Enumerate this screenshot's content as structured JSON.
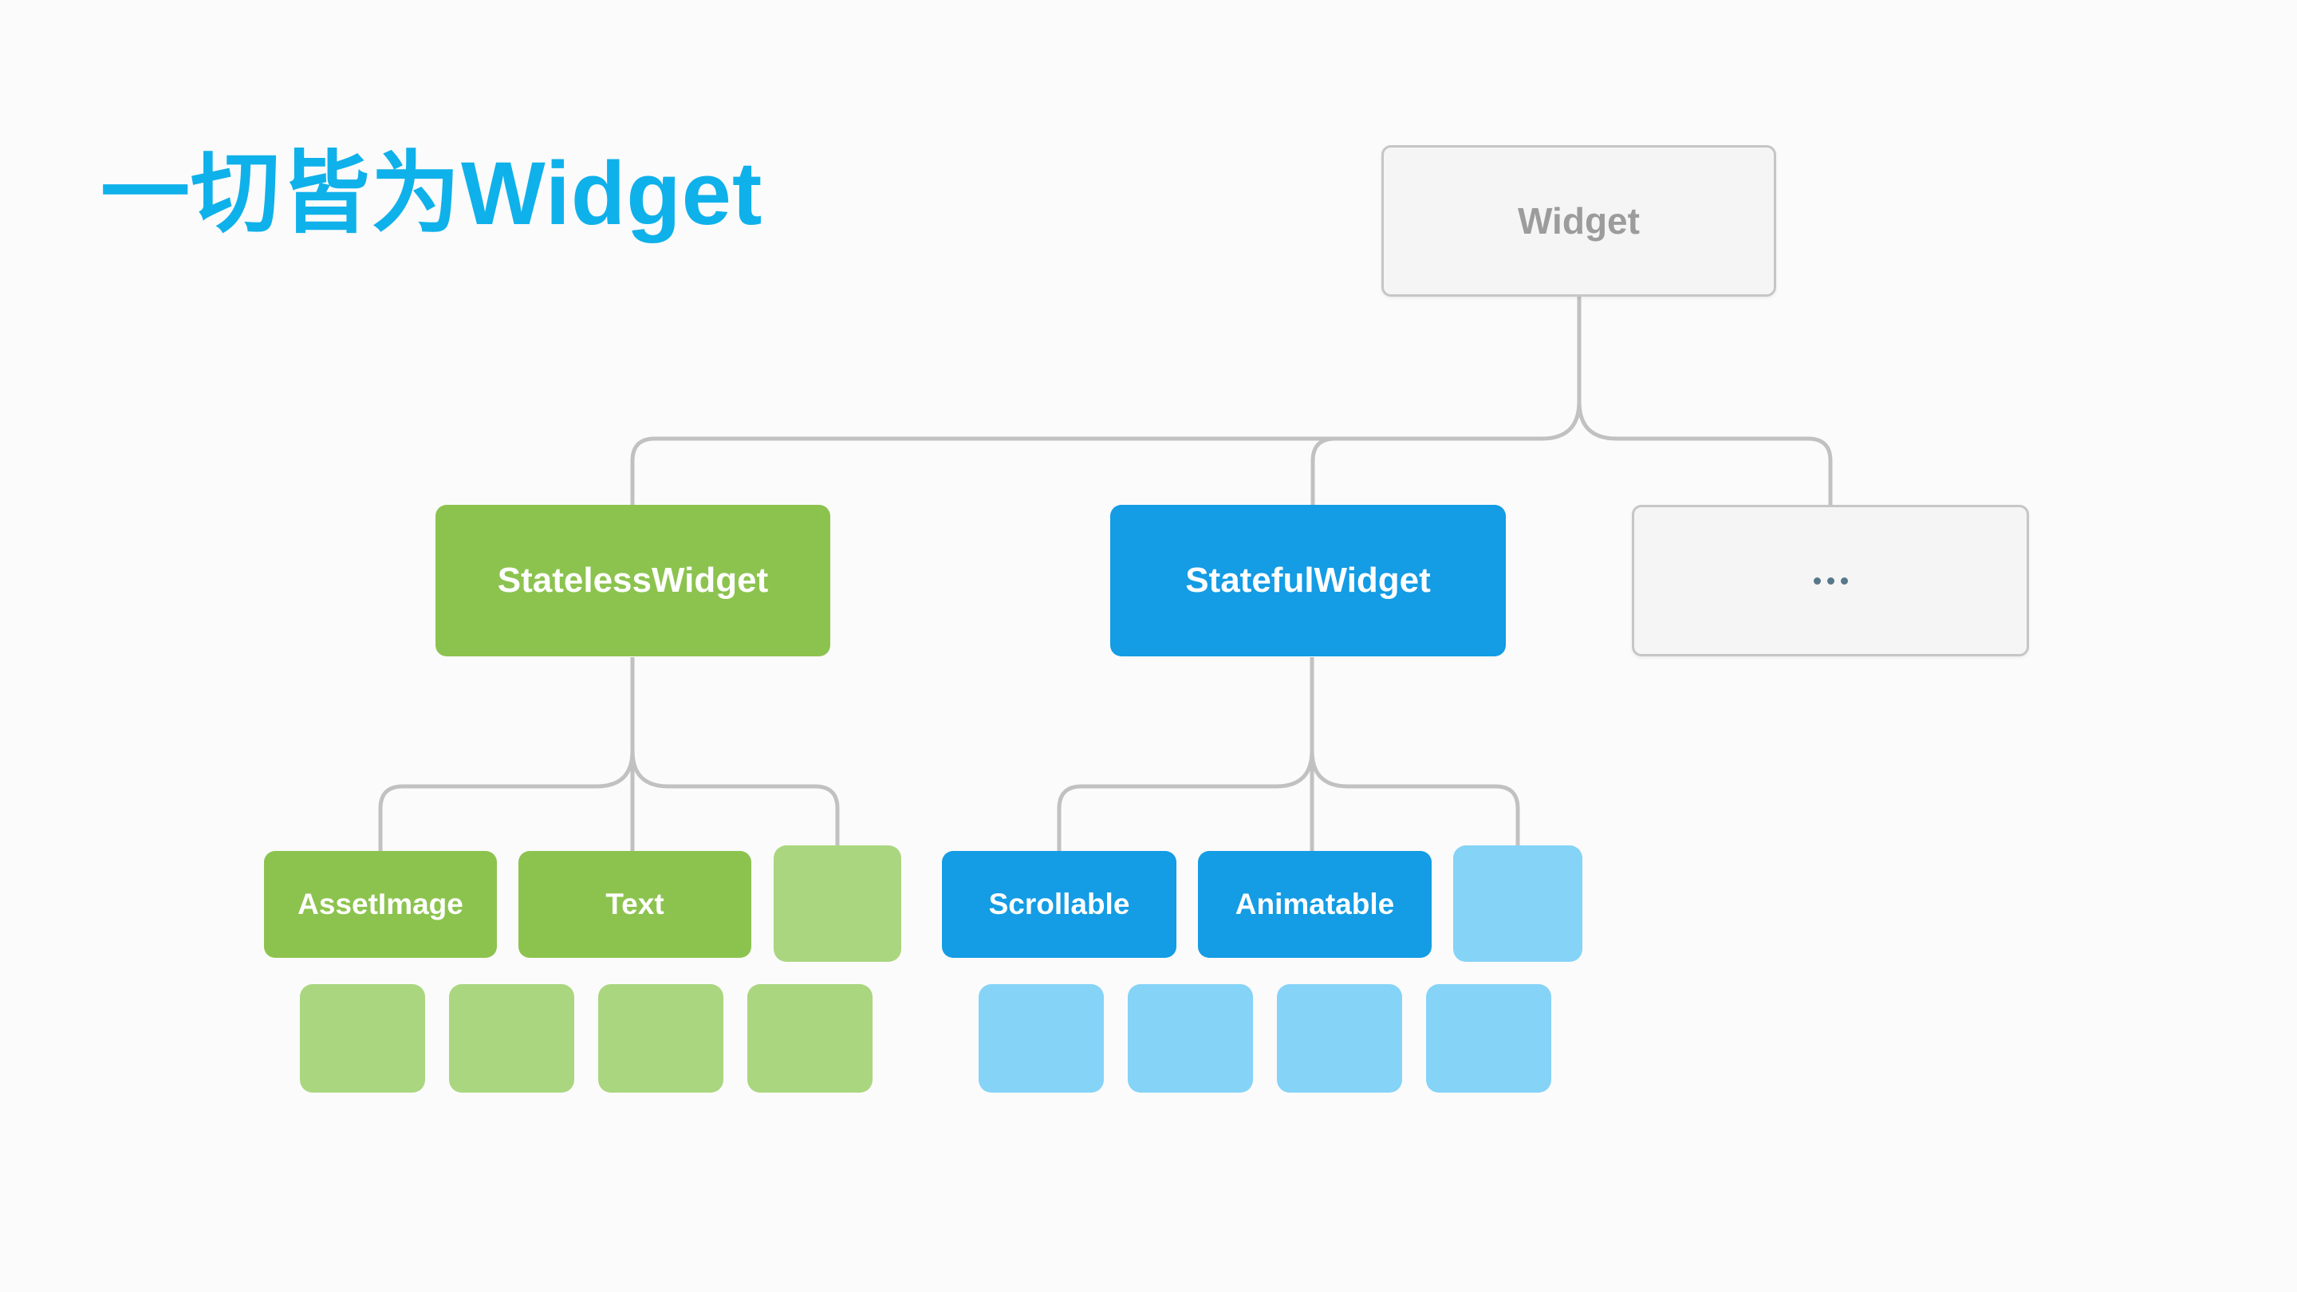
{
  "title": {
    "text": "一切皆为Widget"
  },
  "diagram": {
    "root": {
      "label": "Widget"
    },
    "left_branch": {
      "label": "StatelessWidget",
      "children": [
        "AssetImage",
        "Text"
      ],
      "unlabeled_child_boxes": 1,
      "leaf_boxes": 4
    },
    "middle_branch": {
      "label": "StatefulWidget",
      "children": [
        "Scrollable",
        "Animatable"
      ],
      "unlabeled_child_boxes": 1,
      "leaf_boxes": 4
    },
    "right_branch": {
      "icon": "ellipsis-dots",
      "dot_count": 3
    }
  },
  "colors": {
    "page_bg": "#fbfbfb",
    "title_blue": "#0fb1ea",
    "green": "#8cc34f",
    "light_green": "#aad67f",
    "blue": "#149ce4",
    "light_blue": "#85d3f7",
    "gray_fill": "#f5f5f5",
    "gray_border": "#c6c6c6",
    "gray_text": "#9c9c9c",
    "line": "#c1c1c1",
    "dots": "#56788a"
  }
}
